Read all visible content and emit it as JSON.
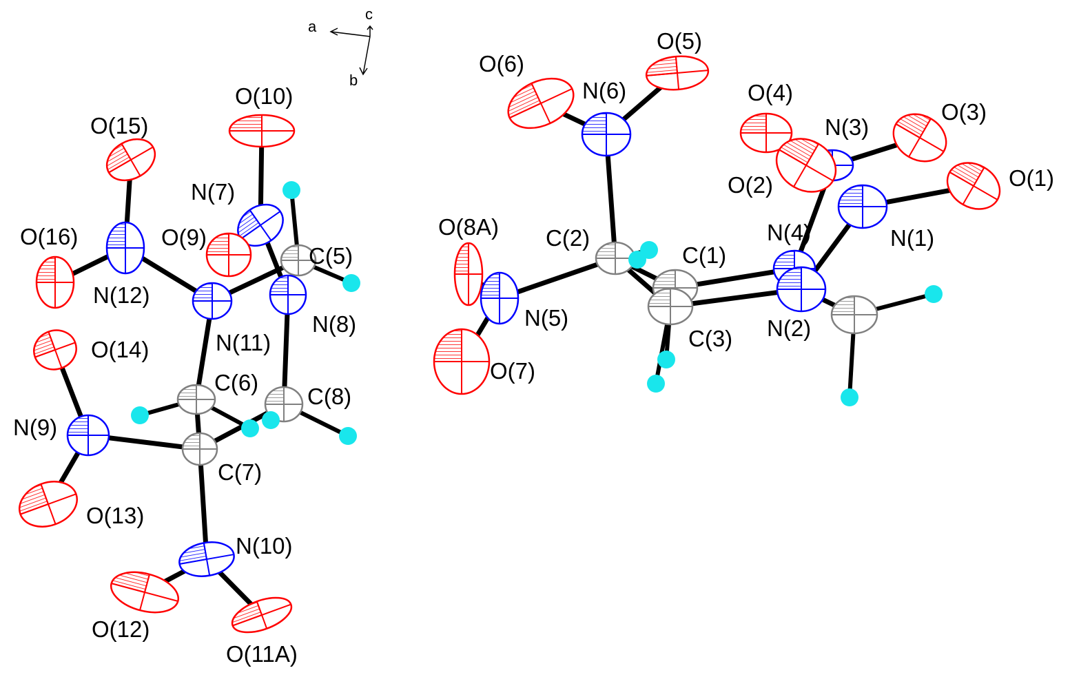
{
  "colors": {
    "background": "#ffffff",
    "bond": "#000000",
    "oxygen": "#ff0000",
    "nitrogen": "#0000ff",
    "carbon": "#808080",
    "hydrogen": "#19e6ec"
  },
  "axes": {
    "a": "a",
    "b": "b",
    "c": "c"
  },
  "molecules": [
    {
      "name": "left",
      "atoms": [
        {
          "label": "O(15)",
          "element": "O"
        },
        {
          "label": "O(10)",
          "element": "O"
        },
        {
          "label": "O(16)",
          "element": "O"
        },
        {
          "label": "N(12)",
          "element": "N"
        },
        {
          "label": "N(7)",
          "element": "N"
        },
        {
          "label": "O(9)",
          "element": "O"
        },
        {
          "label": "C(5)",
          "element": "C"
        },
        {
          "label": "N(11)",
          "element": "N"
        },
        {
          "label": "N(8)",
          "element": "N"
        },
        {
          "label": "O(14)",
          "element": "O"
        },
        {
          "label": "C(6)",
          "element": "C"
        },
        {
          "label": "C(8)",
          "element": "C"
        },
        {
          "label": "N(9)",
          "element": "N"
        },
        {
          "label": "C(7)",
          "element": "C"
        },
        {
          "label": "O(13)",
          "element": "O"
        },
        {
          "label": "N(10)",
          "element": "N"
        },
        {
          "label": "O(12)",
          "element": "O"
        },
        {
          "label": "O(11A)",
          "element": "O"
        }
      ]
    },
    {
      "name": "right",
      "atoms": [
        {
          "label": "O(5)",
          "element": "O"
        },
        {
          "label": "O(6)",
          "element": "O"
        },
        {
          "label": "N(6)",
          "element": "N"
        },
        {
          "label": "O(4)",
          "element": "O"
        },
        {
          "label": "N(3)",
          "element": "N"
        },
        {
          "label": "O(3)",
          "element": "O"
        },
        {
          "label": "O(1)",
          "element": "O"
        },
        {
          "label": "O(2)",
          "element": "O"
        },
        {
          "label": "O(8A)",
          "element": "O"
        },
        {
          "label": "C(2)",
          "element": "C"
        },
        {
          "label": "C(1)",
          "element": "C"
        },
        {
          "label": "N(4)",
          "element": "N"
        },
        {
          "label": "N(1)",
          "element": "N"
        },
        {
          "label": "N(5)",
          "element": "N"
        },
        {
          "label": "C(3)",
          "element": "C"
        },
        {
          "label": "N(2)",
          "element": "N"
        },
        {
          "label": "O(7)",
          "element": "O"
        }
      ]
    }
  ]
}
